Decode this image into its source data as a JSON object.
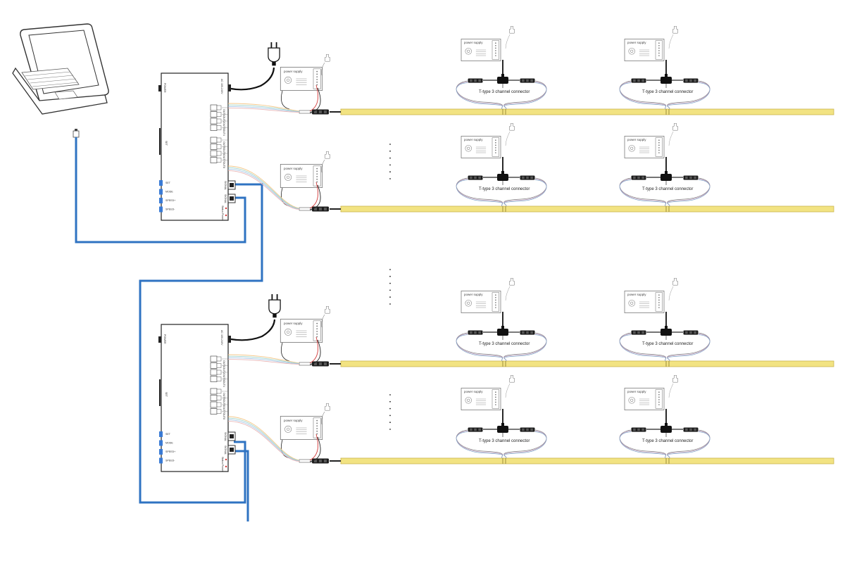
{
  "power_supply": {
    "label": "power supply"
  },
  "t_connector": {
    "label": "T-type 3 channel connector"
  },
  "controller": {
    "ac_label": "AC 100-240V",
    "power_label": "POWER",
    "set_label": "SET",
    "output_labels": [
      "OUT1",
      "OUT2",
      "OUT3",
      "OUT4",
      "OUT5",
      "OUT6",
      "OUT7",
      "OUT8"
    ],
    "port_labels": [
      "SIGNAL",
      "SIGNAL"
    ],
    "status_labels": [
      "Status",
      "Power"
    ],
    "buttons": [
      "SET",
      "MODE",
      "SPEED+",
      "SPEED-"
    ]
  },
  "colors": {
    "strip_fill": "#f2e382",
    "strip_edge": "#c9b24a",
    "data_cable": "#2f73c2",
    "wire_red": "#d23b3b",
    "wire_black": "#222222",
    "signal_wires": [
      "#f4c88a",
      "#9fd2c9",
      "#a7c6e6",
      "#e8b4b4"
    ],
    "button_blue": "#3a7bd5"
  }
}
